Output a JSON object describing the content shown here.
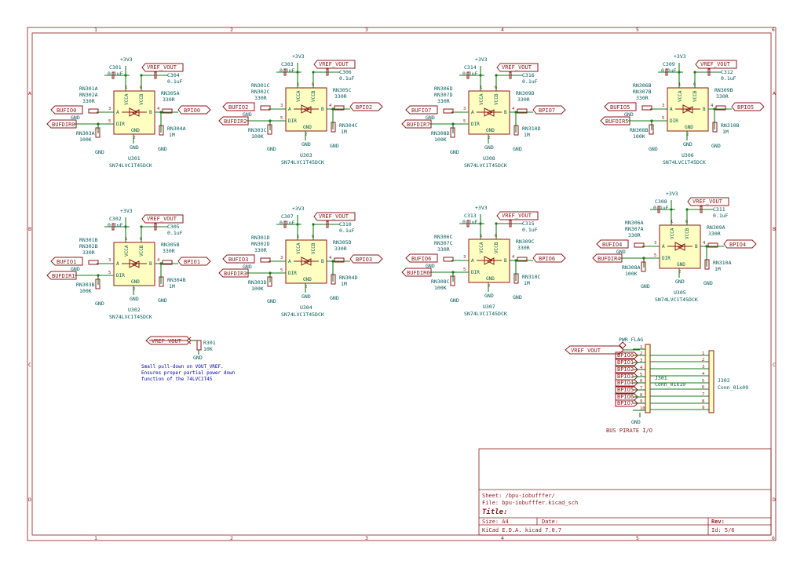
{
  "sheet": {
    "zone_cols": [
      "1",
      "2",
      "3",
      "4",
      "5",
      "6"
    ],
    "zone_rows": [
      "A",
      "B",
      "C",
      "D"
    ],
    "colors": {
      "frame": "#8a1a1a",
      "wire": "#1a7a1a",
      "body": "#ffffc2",
      "label": "#00595a",
      "note": "#0000aa"
    }
  },
  "common": {
    "vcca": "VCCA",
    "vccb": "VCCB",
    "gnd": "GND",
    "a": "A",
    "b": "B",
    "dir": "DIR",
    "p1": "1",
    "p2": "2",
    "p3": "3",
    "p4": "4",
    "p5": "5",
    "p6": "6",
    "v3": "+3V3",
    "vref": "VREF_VOUT",
    "cap": "0.1uF",
    "r330": "330R",
    "r100k": "100K",
    "r1m": "1M",
    "ic": "SN74LVC1T45DCK"
  },
  "blocks": [
    {
      "u": "U301",
      "ca": "C301",
      "cb": "C304",
      "rn_a": "RN301A",
      "rn_a2": "RN302A",
      "rn_b": "RN305A",
      "rn_dir": "RN303A",
      "rn_pd": "RN304A",
      "bufio": "BUFIO0",
      "bufdir": "BUFDIR0",
      "bpio": "BPIO0"
    },
    {
      "u": "U303",
      "ca": "C303",
      "cb": "C306",
      "rn_a": "RN301C",
      "rn_a2": "RN302C",
      "rn_b": "RN305C",
      "rn_dir": "RN303C",
      "rn_pd": "RN304C",
      "bufio": "BUFIO2",
      "bufdir": "BUFDIR2",
      "bpio": "BPIO2"
    },
    {
      "u": "U308",
      "ca": "C314",
      "cb": "C316",
      "rn_a": "RN306D",
      "rn_a2": "RN307D",
      "rn_b": "RN309D",
      "rn_dir": "RN308D",
      "rn_pd": "RN310D",
      "bufio": "BUFIO7",
      "bufdir": "BUFDIR7",
      "bpio": "BPIO7"
    },
    {
      "u": "U306",
      "ca": "C309",
      "cb": "C312",
      "rn_a": "RN306B",
      "rn_a2": "RN307B",
      "rn_b": "RN309B",
      "rn_dir": "RN308B",
      "rn_pd": "RN310B",
      "bufio": "BUFIO5",
      "bufdir": "BUFDIR5",
      "bpio": "BPIO5"
    },
    {
      "u": "U302",
      "ca": "C302",
      "cb": "C305",
      "rn_a": "RN301B",
      "rn_a2": "RN302B",
      "rn_b": "RN305B",
      "rn_dir": "RN303B",
      "rn_pd": "RN304B",
      "bufio": "BUFIO1",
      "bufdir": "BUFDIR1",
      "bpio": "BPIO1"
    },
    {
      "u": "U304",
      "ca": "C307",
      "cb": "C310",
      "rn_a": "RN301D",
      "rn_a2": "RN302D",
      "rn_b": "RN305D",
      "rn_dir": "RN303D",
      "rn_pd": "RN304D",
      "bufio": "BUFIO3",
      "bufdir": "BUFDIR3",
      "bpio": "BPIO3"
    },
    {
      "u": "U307",
      "ca": "C313",
      "cb": "C315",
      "rn_a": "RN306C",
      "rn_a2": "RN307C",
      "rn_b": "RN309C",
      "rn_dir": "RN308C",
      "rn_pd": "RN310C",
      "bufio": "BUFIO6",
      "bufdir": "BUFDIR6",
      "bpio": "BPIO6"
    },
    {
      "u": "U305",
      "ca": "C308",
      "cb": "C311",
      "rn_a": "RN306A",
      "rn_a2": "RN307A",
      "rn_b": "RN309A",
      "rn_dir": "RN308A",
      "rn_pd": "RN310A",
      "bufio": "BUFIO4",
      "bufdir": "BUFDIR4",
      "bpio": "BPIO4"
    }
  ],
  "r301": {
    "net": "VREF_VOUT",
    "ref": "R301",
    "value": "10K",
    "gnd": "GND",
    "note1": "Small pull-down on VOUT_VREF.",
    "note2": "Ensures proper partial power down",
    "note3": "function of the 74LVC1T45"
  },
  "connectors": {
    "pwr_flag": "PWR_FLAG",
    "vref": "VREF_VOUT",
    "labels": [
      "BPIO0",
      "BPIO1",
      "BPIO2",
      "BPIO3",
      "BPIO4",
      "BPIO5",
      "BPIO6",
      "BPIO7"
    ],
    "j301_pins": [
      "1",
      "2",
      "3",
      "4",
      "5",
      "6",
      "7",
      "8",
      "9",
      "10"
    ],
    "j302_pins": [
      "1",
      "2",
      "3",
      "4",
      "5",
      "6",
      "7",
      "8",
      "9"
    ],
    "j301_ref": "J301",
    "j301_val": "Conn_01x10",
    "j302_ref": "J302",
    "j302_val": "Conn_01x09",
    "gnd": "GND",
    "title": "BUS PIRATE I/O"
  },
  "title_block": {
    "sheet": "Sheet: /bpu-iobufffer/",
    "file": "File: bpu-iobufffer.kicad_sch",
    "title": "Title:",
    "size": "Size: A4",
    "date": "Date:",
    "rev": "Rev:",
    "tool": "KiCad E.D.A.  kicad 7.0.7",
    "id": "Id: 5/6"
  }
}
